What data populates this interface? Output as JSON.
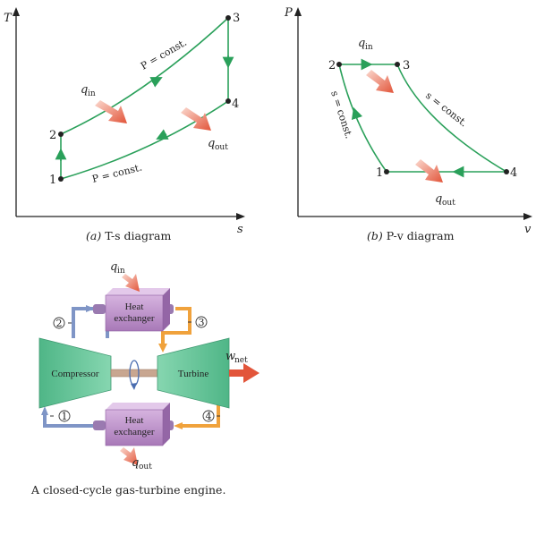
{
  "ts_diagram": {
    "axis_y": "T",
    "axis_x": "s",
    "caption_part": "(a)",
    "caption_text": "T-s diagram",
    "states": [
      "1",
      "2",
      "3",
      "4"
    ],
    "label_p_const_top": "P = const.",
    "label_p_const_bottom": "P = const.",
    "q_in": "q",
    "q_in_sub": "in",
    "q_out": "q",
    "q_out_sub": "out"
  },
  "pv_diagram": {
    "axis_y": "P",
    "axis_x": "v",
    "caption_part": "(b)",
    "caption_text": "P-v diagram",
    "states": [
      "1",
      "2",
      "3",
      "4"
    ],
    "label_s_const_left": "s = const.",
    "label_s_const_right": "s = const.",
    "q_in": "q",
    "q_in_sub": "in",
    "q_out": "q",
    "q_out_sub": "out"
  },
  "engine": {
    "hx_top_label_1": "Heat",
    "hx_top_label_2": "exchanger",
    "hx_bottom_label_1": "Heat",
    "hx_bottom_label_2": "exchanger",
    "compressor_label": "Compressor",
    "turbine_label": "Turbine",
    "q_in": "q",
    "q_in_sub": "in",
    "q_out": "q",
    "q_out_sub": "out",
    "w_net": "w",
    "w_net_sub": "net",
    "state_markers": [
      "2",
      "3",
      "1",
      "4"
    ],
    "colors": {
      "pipe_blue": "#7f95c6",
      "pipe_orange": "#f0a23c",
      "component_green": "#5fbf96",
      "hx_purple": "#b88cc7",
      "arrow_red": "#e2553a",
      "process_line": "#2aa05a"
    }
  },
  "caption": "A closed-cycle gas-turbine engine."
}
